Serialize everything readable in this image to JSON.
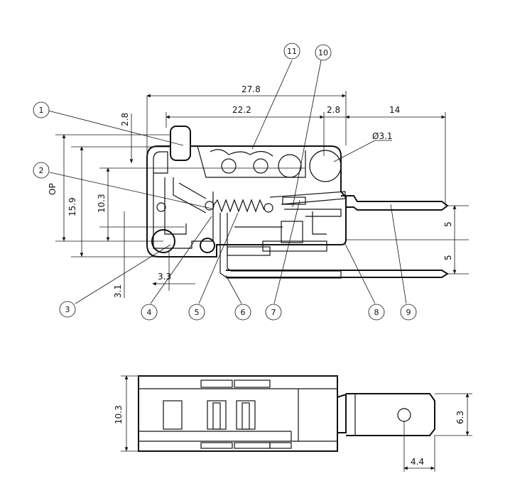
{
  "dimensions": {
    "width_total": "27.8",
    "width_body": "22.2",
    "offset_right": "2.8",
    "terminal_length": "14",
    "height_top": "2.8",
    "op_label": "OP",
    "height_159": "15.9",
    "height_103": "10.3",
    "hole_diameter": "Ø3.1",
    "offset_33": "3.3",
    "offset_31": "3.1",
    "pitch_upper": "5",
    "pitch_lower": "5",
    "bottom_height": "10.3",
    "terminal_width": "6.3",
    "terminal_hole_offset": "4.4"
  },
  "callouts": [
    "1",
    "2",
    "3",
    "4",
    "5",
    "6",
    "7",
    "8",
    "9",
    "10",
    "11"
  ]
}
